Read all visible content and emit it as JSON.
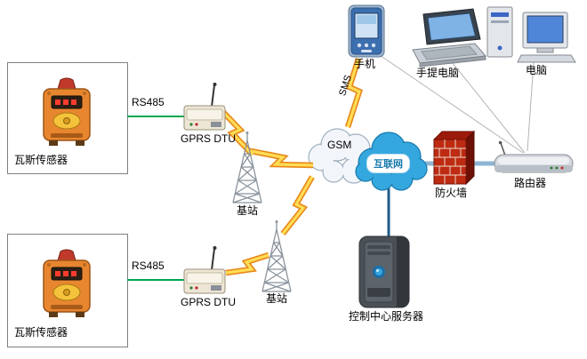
{
  "nodes": {
    "sensor_top": {
      "label": "瓦斯传感器"
    },
    "sensor_bottom": {
      "label": "瓦斯传感器"
    },
    "dtu_top": {
      "label": "GPRS DTU"
    },
    "dtu_bottom": {
      "label": "GPRS DTU"
    },
    "base_top": {
      "label": "基站"
    },
    "base_bottom": {
      "label": "基站"
    },
    "gsm_cloud": {
      "label": "GSM"
    },
    "internet_cloud": {
      "label": "互联网"
    },
    "phone": {
      "label": "手机"
    },
    "laptop": {
      "label": "手提电脑"
    },
    "pc": {
      "label": "电脑"
    },
    "firewall": {
      "label": "防火墙"
    },
    "router": {
      "label": "路由器"
    },
    "server": {
      "label": "控制中心服务器"
    }
  },
  "links": {
    "rs485_top": {
      "label": "RS485"
    },
    "rs485_bottom": {
      "label": "RS485"
    },
    "sms": {
      "label": "SMS"
    }
  },
  "colors": {
    "rs485_line": "#00A651",
    "lightning_fill": "#FFDD55",
    "lightning_edge": "#E8891C",
    "internet_cloud": "#35A7DF",
    "gsm_cloud": "#F2F6FA",
    "backbone_line": "#8FB4D2",
    "server_link": "#1F5C8B",
    "firewall_brick": "#BE2A12"
  }
}
